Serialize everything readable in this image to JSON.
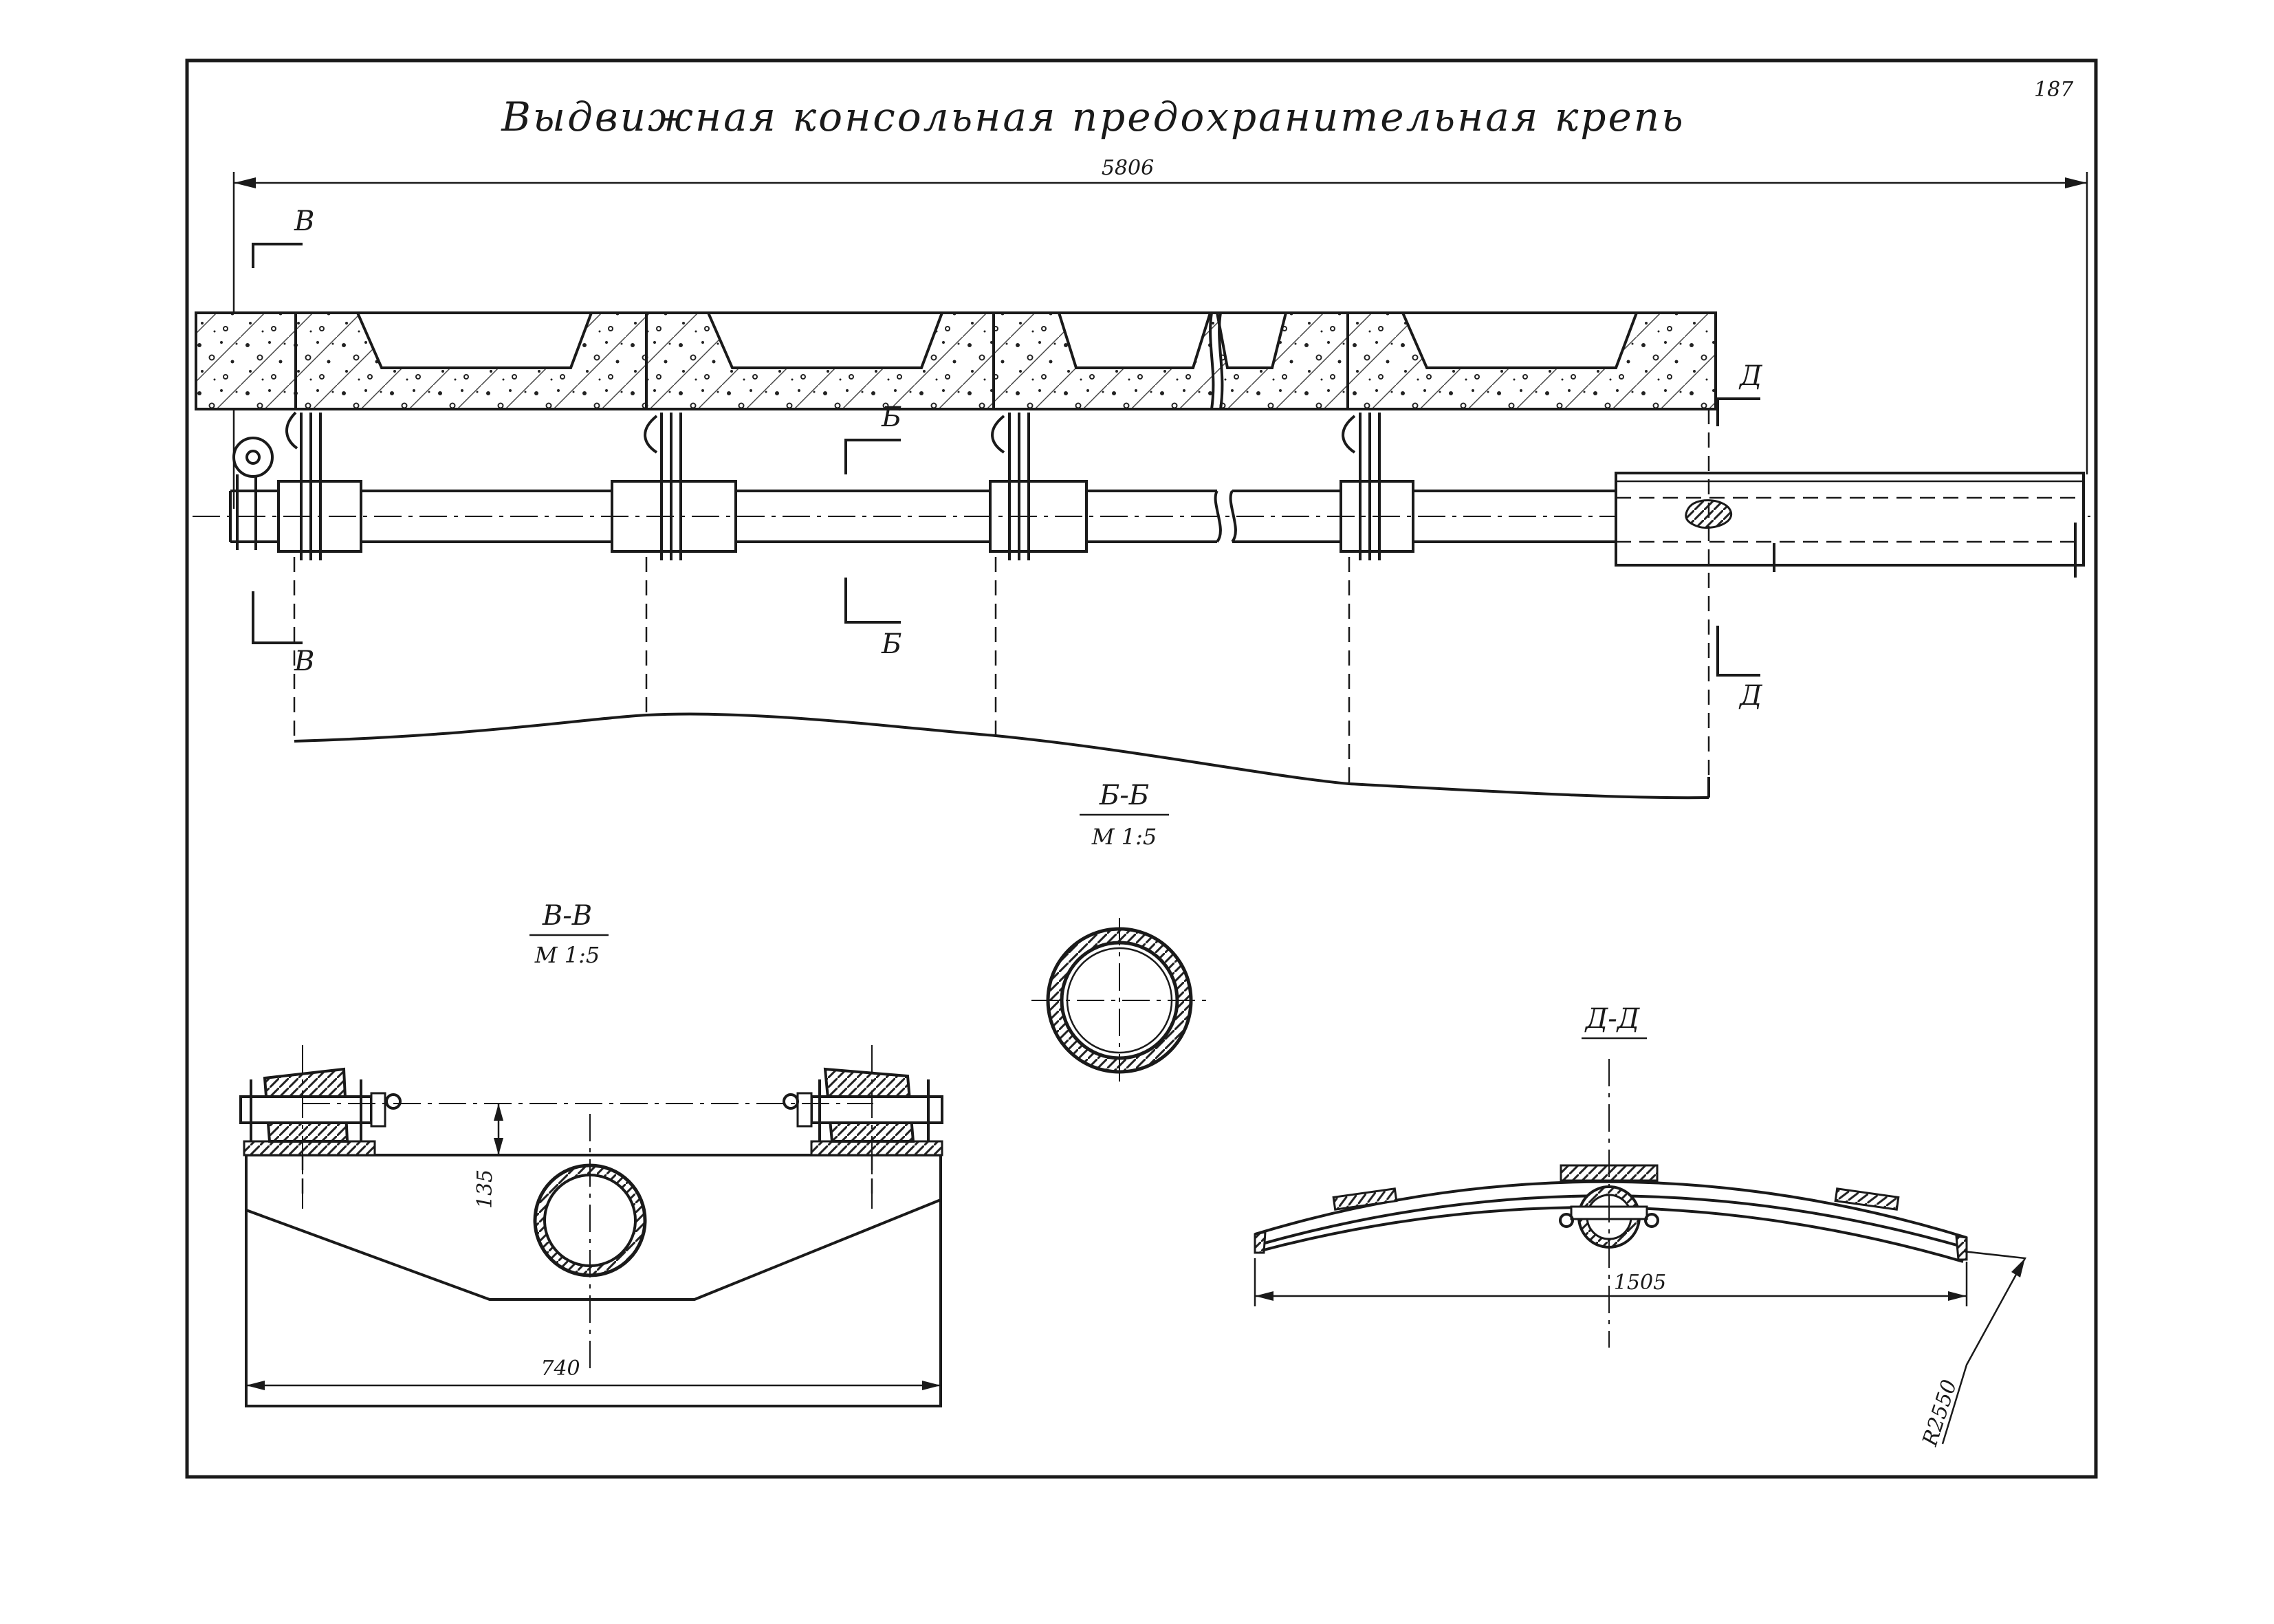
{
  "title": "Выдвижная консольная предохранительная крепь",
  "page_number": "187",
  "dimensions": {
    "total_length": "5806",
    "height_135": "135",
    "width_740": "740",
    "arch_span": "1505",
    "radius": "R2550"
  },
  "section_marks": {
    "v": "В",
    "b": "Б",
    "d": "Д"
  },
  "views": {
    "section_bb": {
      "label": "Б-Б",
      "scale": "М 1:5"
    },
    "section_vv": {
      "label": "В-В",
      "scale": "М 1:5"
    },
    "section_dd": {
      "label": "Д-Д"
    }
  }
}
